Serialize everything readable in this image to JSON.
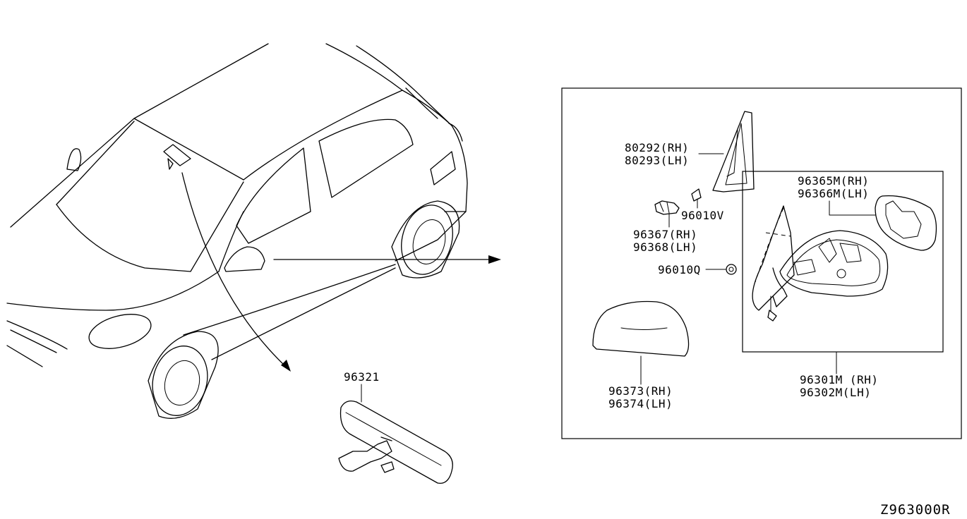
{
  "parts": {
    "inner_mirror": "96321",
    "patch_rh": "80292(RH)",
    "patch_lh": "80293(LH)",
    "motor_rh": "96367(RH)",
    "motor_lh": "96368(LH)",
    "screw_v": "96010V",
    "nut_q": "96010Q",
    "glass_rh": "96365M(RH)",
    "glass_lh": "96366M(LH)",
    "cover_rh": "96373(RH)",
    "cover_lh": "96374(LH)",
    "mirror_assy_rh": "96301M (RH)",
    "mirror_assy_lh": "96302M(LH)"
  },
  "diagram_code": "Z963000R"
}
